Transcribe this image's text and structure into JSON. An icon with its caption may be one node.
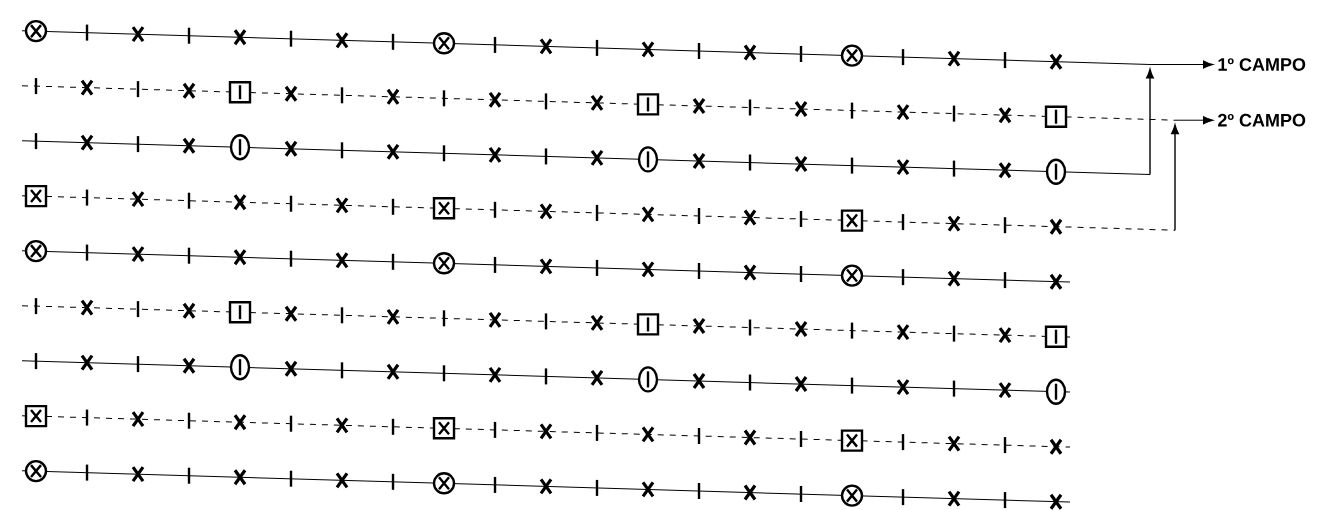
{
  "diagram": {
    "nodes": [
      {
        "text": [
          "1º CAMPO"
        ]
      },
      {
        "text": [
          "2º CAMPO"
        ]
      }
    ],
    "edges": [
      {
        "from": null,
        "to": 0,
        "arrow": "to"
      },
      {
        "from": null,
        "to": 1,
        "arrow": "to"
      }
    ]
  }
}
